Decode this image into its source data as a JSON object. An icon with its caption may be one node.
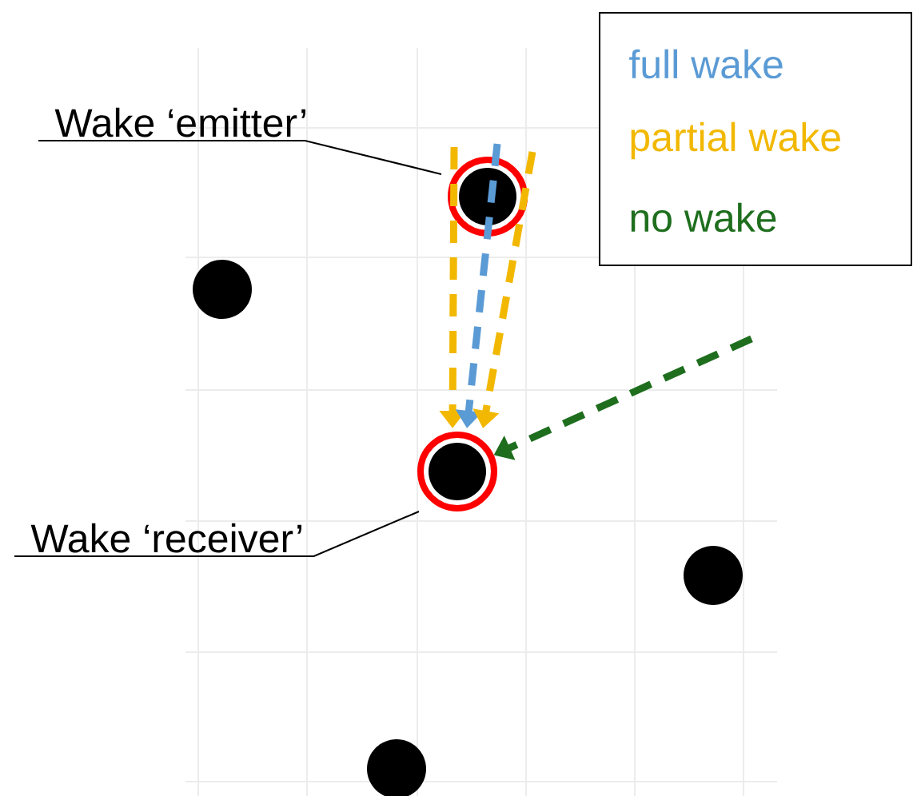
{
  "diagram": {
    "nodes": [
      {
        "text": [
          "Wake ‘emitter’"
        ]
      },
      {
        "text": [],
        "shape": "circle"
      },
      {
        "text": [],
        "shape": "circle"
      },
      {
        "text": [],
        "shape": "circle"
      },
      {
        "text": [
          "Wake ‘receiver’"
        ]
      },
      {
        "text": [],
        "shape": "circle"
      },
      {
        "text": [],
        "shape": "circle"
      }
    ],
    "edges": [
      {
        "from": 0,
        "to": 1,
        "arrow": "none"
      },
      {
        "from": 4,
        "to": 3,
        "arrow": "none"
      },
      {
        "from": 1,
        "to": 3,
        "arrow": "to",
        "style": "dashed",
        "color": "#f2b800"
      },
      {
        "from": 1,
        "to": 3,
        "arrow": "to",
        "style": "dashed",
        "color": "#5b9bd5"
      },
      {
        "from": 1,
        "to": 3,
        "arrow": "to",
        "style": "dashed",
        "color": "#f2b800"
      },
      {
        "from": null,
        "to": 3,
        "arrow": "to",
        "style": "dashed",
        "color": "#1e6e1e"
      }
    ],
    "legend": [
      {
        "text": "full wake",
        "color": "#5b9bd5"
      },
      {
        "text": "partial wake",
        "color": "#f2b800"
      },
      {
        "text": "no wake",
        "color": "#1e6e1e"
      }
    ]
  }
}
